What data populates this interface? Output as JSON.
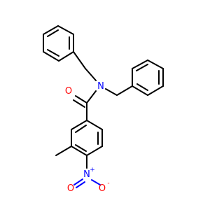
{
  "colors": {
    "bond": "#000000",
    "oxygen": "#ff0000",
    "nitrogen": "#0000ff",
    "background": "#ffffff"
  },
  "atom_labels": {
    "amide_nitrogen": "N",
    "carbonyl_oxygen": "O",
    "nitro_nitrogen": "N",
    "nitro_nitrogen_charge": "+",
    "nitro_oxygen_double": "O",
    "nitro_oxygen_single": "O",
    "nitro_oxygen_charge": "-"
  }
}
